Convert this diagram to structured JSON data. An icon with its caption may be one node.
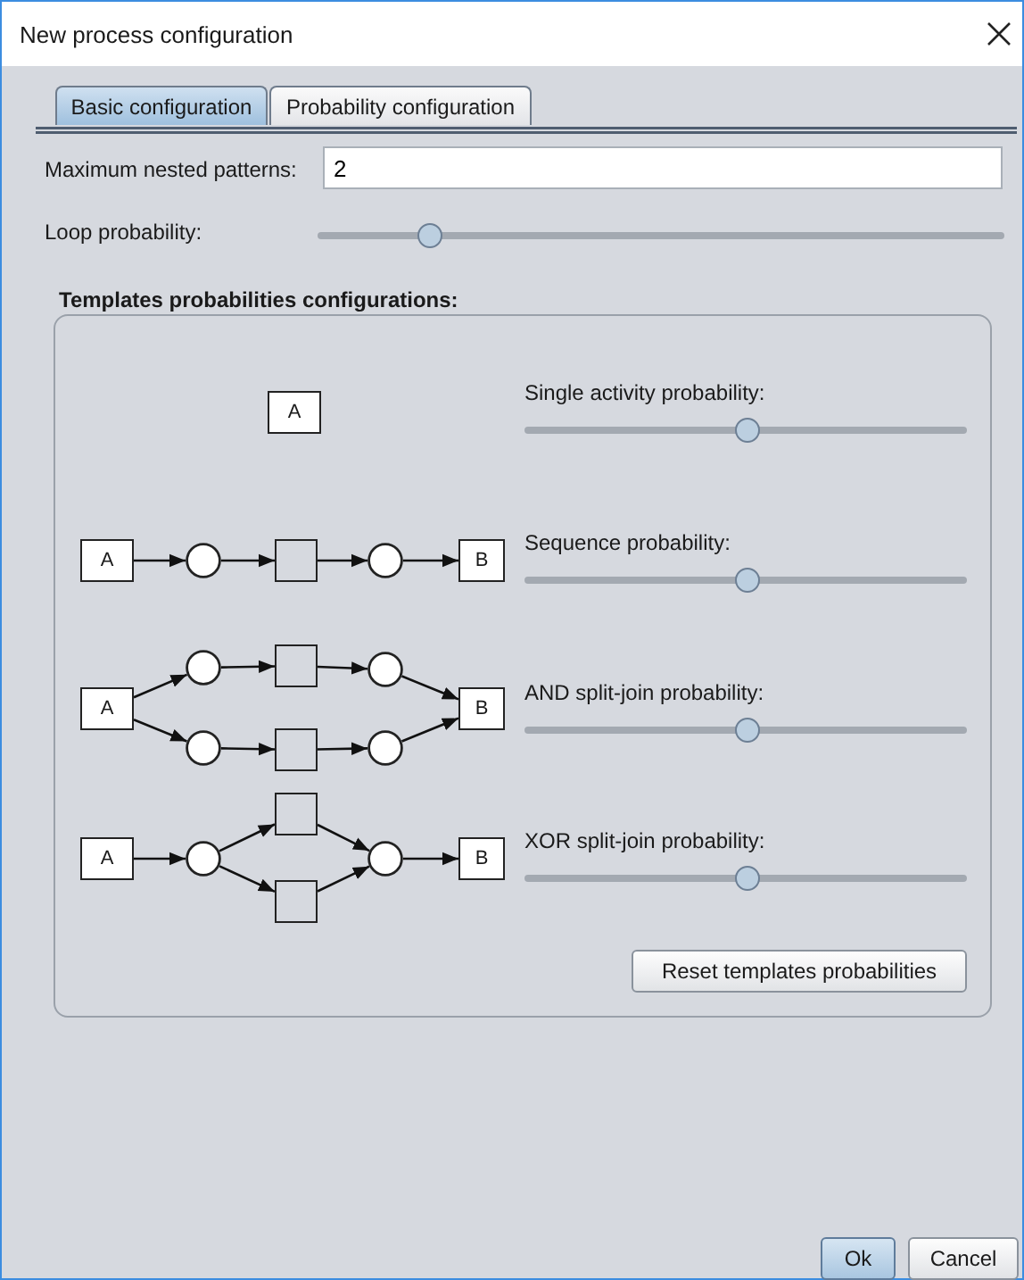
{
  "diagram": {
    "title": "New process configuration",
    "nodes": [
      {
        "text": [
          "A"
        ]
      },
      {
        "text": [
          "A"
        ]
      },
      {
        "text": [],
        "shape": "circle"
      },
      {
        "text": [],
        "shape": "box"
      },
      {
        "text": [],
        "shape": "circle"
      },
      {
        "text": [
          "B"
        ]
      },
      {
        "text": [],
        "shape": "circle"
      },
      {
        "text": [],
        "shape": "box"
      },
      {
        "text": [],
        "shape": "circle"
      },
      {
        "text": [
          "A"
        ]
      },
      {
        "text": [
          "B"
        ]
      },
      {
        "text": [],
        "shape": "circle"
      },
      {
        "text": [],
        "shape": "box"
      },
      {
        "text": [],
        "shape": "circle"
      },
      {
        "text": [],
        "shape": "box"
      },
      {
        "text": [
          "A"
        ]
      },
      {
        "text": [],
        "shape": "circle"
      },
      {
        "text": [],
        "shape": "circle"
      },
      {
        "text": [
          "B"
        ]
      },
      {
        "text": [],
        "shape": "box"
      }
    ],
    "edges": [
      {
        "from": 1,
        "to": 2,
        "arrow": "to"
      },
      {
        "from": 2,
        "to": 3,
        "arrow": "to"
      },
      {
        "from": 3,
        "to": 4,
        "arrow": "to"
      },
      {
        "from": 4,
        "to": 5,
        "arrow": "to"
      },
      {
        "from": 9,
        "to": 6,
        "arrow": "to"
      },
      {
        "from": 6,
        "to": 7,
        "arrow": "to"
      },
      {
        "from": 7,
        "to": 8,
        "arrow": "to"
      },
      {
        "from": 8,
        "to": 10,
        "arrow": "to"
      },
      {
        "from": 9,
        "to": 11,
        "arrow": "to"
      },
      {
        "from": 11,
        "to": 12,
        "arrow": "to"
      },
      {
        "from": 12,
        "to": 13,
        "arrow": "to"
      },
      {
        "from": 13,
        "to": 10,
        "arrow": "to"
      },
      {
        "from": 15,
        "to": 16,
        "arrow": "to"
      },
      {
        "from": 16,
        "to": 14,
        "arrow": "to"
      },
      {
        "from": 16,
        "to": 19,
        "arrow": "to"
      },
      {
        "from": 14,
        "to": 17,
        "arrow": "to"
      },
      {
        "from": 19,
        "to": 17,
        "arrow": "to"
      },
      {
        "from": 17,
        "to": 18,
        "arrow": "to"
      }
    ],
    "labels": [
      "Basic configuration",
      "Probability configuration",
      "Maximum nested patterns:",
      "2",
      "Loop probability:",
      "Templates probabilities configurations:",
      "Single activity probability:",
      "Sequence probability:",
      "AND split-join probability:",
      "XOR split-join probability:",
      "Reset templates probabilities",
      "Ok",
      "Cancel"
    ]
  }
}
